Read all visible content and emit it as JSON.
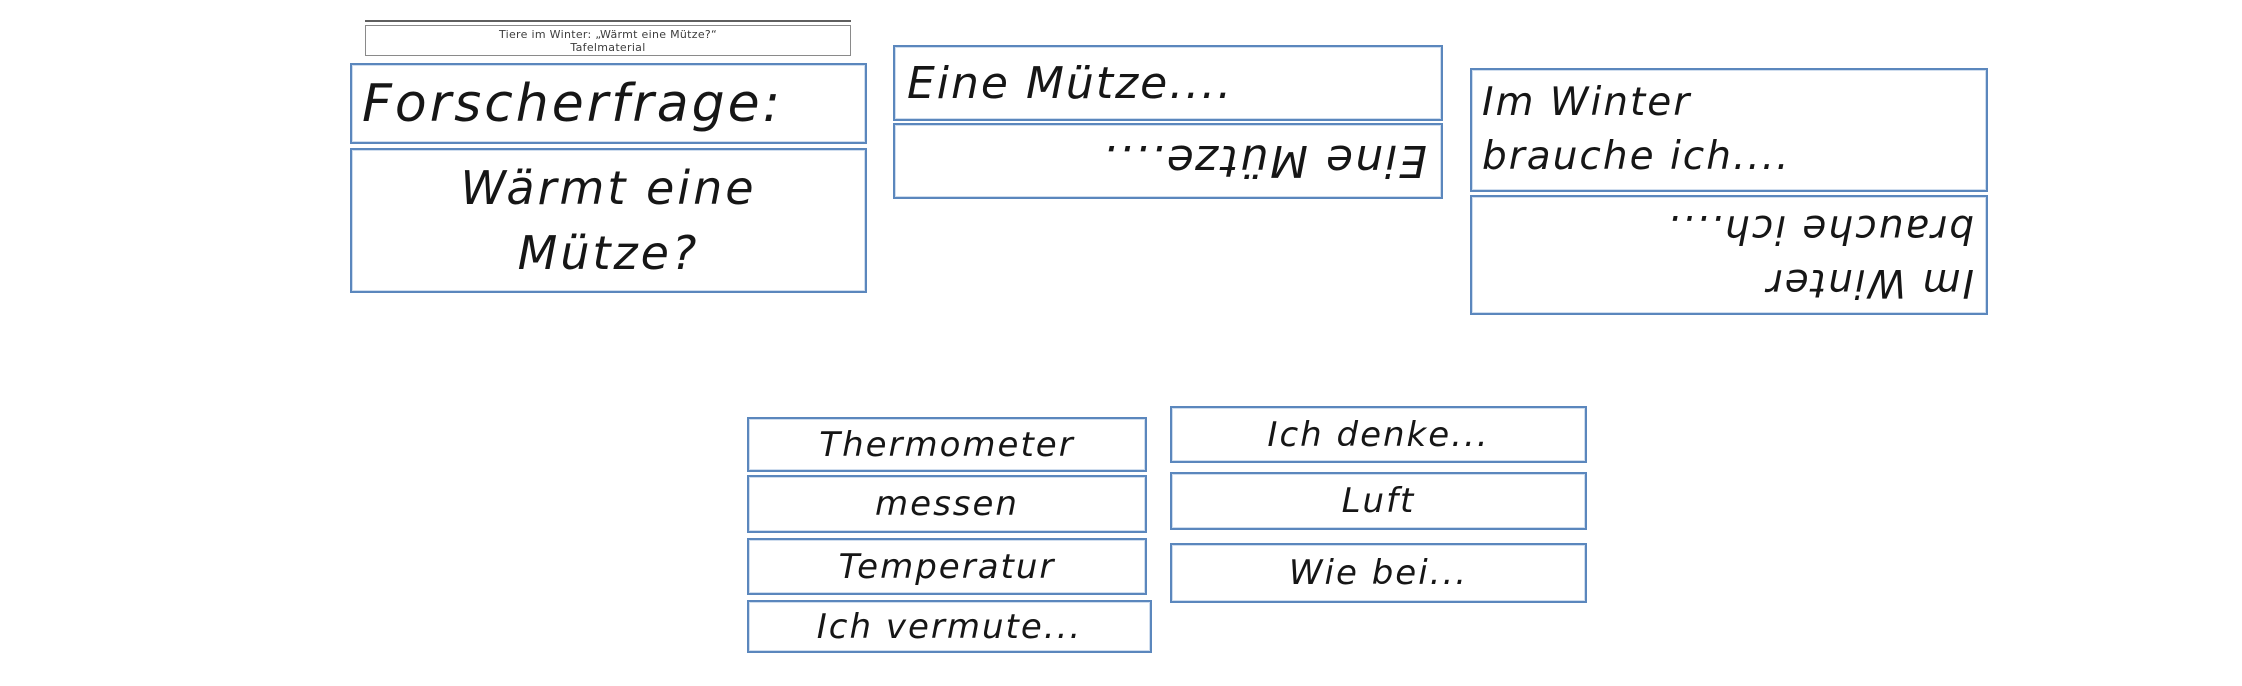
{
  "document": {
    "header": {
      "line1": "Tiere im Winter: „Wärmt eine Mütze?“",
      "line2": "Tafelmaterial"
    }
  },
  "cards": {
    "forscherfrage": "Forscherfrage:",
    "waermt_lines": [
      "Wärmt eine",
      "Mütze?"
    ],
    "eine_muetze": "Eine Mütze....",
    "im_winter_lines": [
      "Im Winter",
      "brauche ich...."
    ],
    "word_cards_left": [
      "Thermometer",
      "messen",
      "Temperatur",
      "Ich vermute..."
    ],
    "word_cards_right": [
      "Ich denke...",
      "Luft",
      "Wie bei..."
    ]
  },
  "colors": {
    "card_border": "#5b87bd",
    "header_border": "#8a8a8a",
    "text": "#161616"
  }
}
